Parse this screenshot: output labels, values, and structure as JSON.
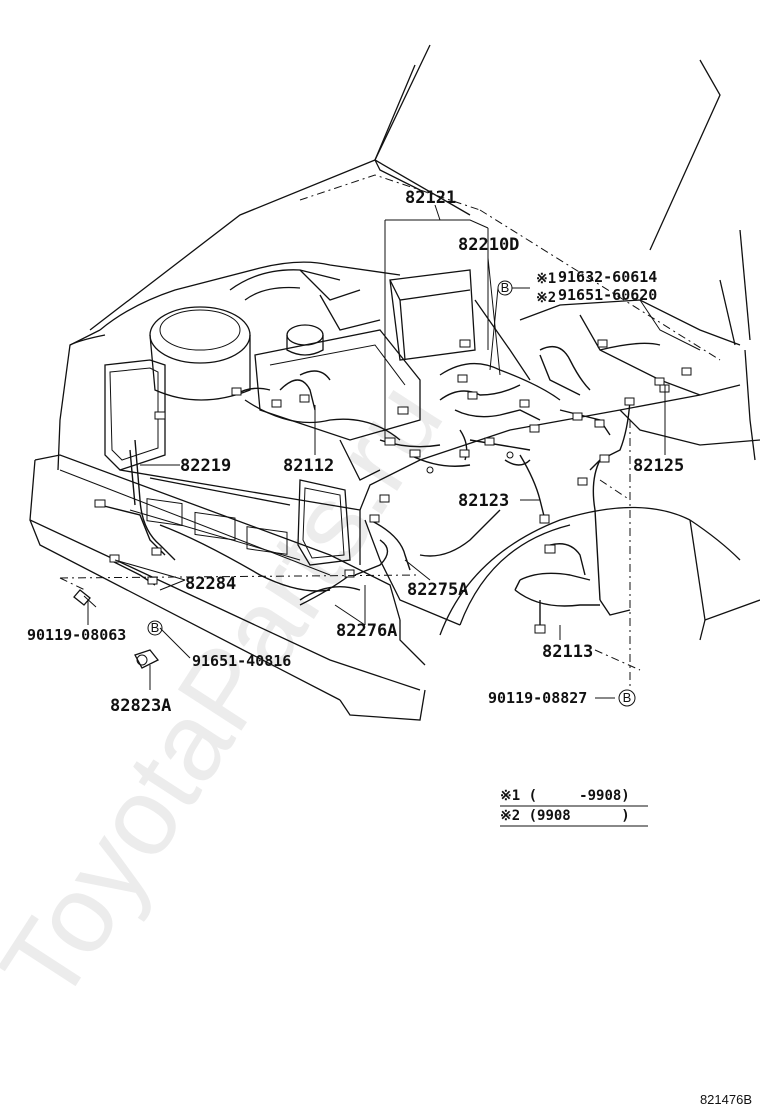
{
  "watermark": "ToyotaParts.ru",
  "drawing_code": "821476B",
  "parts": {
    "p82121": "82121",
    "p82210D": "82210D",
    "p91632": "91632-60614",
    "p91651a": "91651-60620",
    "p82219": "82219",
    "p82112": "82112",
    "p82125": "82125",
    "p82123": "82123",
    "p82284": "82284",
    "p82275A": "82275A",
    "p82276A": "82276A",
    "p90119a": "90119-08063",
    "p91651b": "91651-40816",
    "p82823A": "82823A",
    "p82113": "82113",
    "p90119b": "90119-08827"
  },
  "marks": {
    "note1": "※1",
    "note2": "※2",
    "B": "B"
  },
  "notes": {
    "line1": "※1 (     -9908)",
    "line2": "※2 (9908      )"
  }
}
